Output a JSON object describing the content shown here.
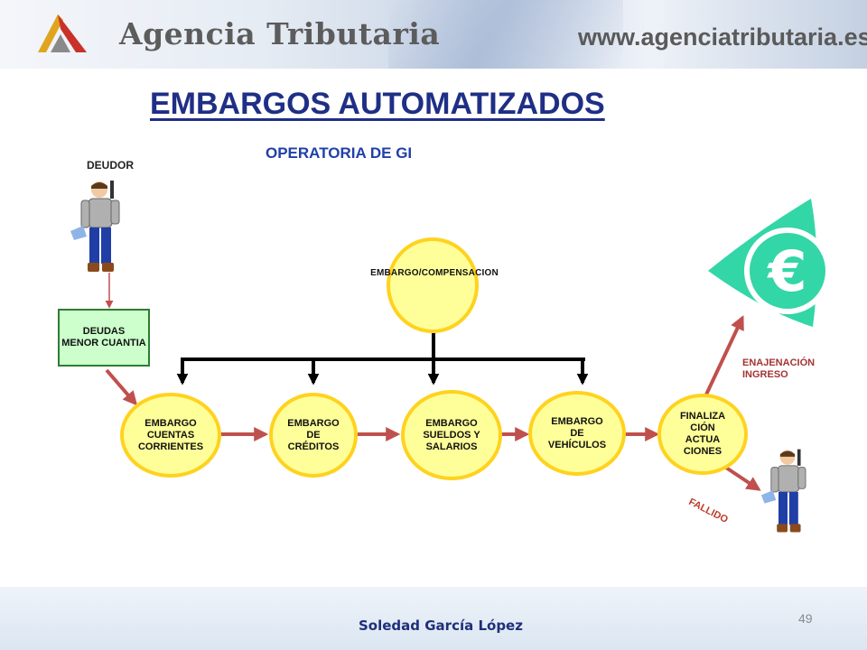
{
  "header": {
    "brand": "Agencia Tributaria",
    "url": "www.agenciatributaria.es"
  },
  "slide": {
    "title": "EMBARGOS AUTOMATIZADOS",
    "subtitle": "OPERATORIA DE GI",
    "deudor_label": "DEUDOR",
    "deudas_box": [
      "DEUDAS",
      "MENOR CUANTIA"
    ],
    "central_node": "EMBARGO/COMPENSACION",
    "nodes": [
      {
        "id": "cuentas",
        "lines": [
          "EMBARGO",
          "CUENTAS",
          "CORRIENTES"
        ]
      },
      {
        "id": "creditos",
        "lines": [
          "EMBARGO",
          "DE",
          "CRÉDITOS"
        ]
      },
      {
        "id": "sueldos",
        "lines": [
          "EMBARGO",
          "SUELDOS Y",
          "SALARIOS"
        ]
      },
      {
        "id": "vehiculos",
        "lines": [
          "EMBARGO",
          "DE",
          "VEHÍCULOS"
        ]
      },
      {
        "id": "finaliza",
        "lines": [
          "FINALIZA",
          "CIÓN",
          "ACTUA",
          "CIONES"
        ]
      }
    ],
    "enajenacion_label": [
      "ENAJENACIÓN",
      "INGRESO"
    ],
    "fallido_label": "FALLIDO",
    "euro_symbol": "€"
  },
  "icons": {
    "logo": "agencia-tributaria-logo-icon",
    "debtor": "debtor-person-icon",
    "euro": "euro-icon"
  },
  "colors": {
    "title": "#1f2f86",
    "node_fill": "#ffff99",
    "node_border": "#ffd21f",
    "box_fill": "#ccffcc",
    "arrow": "#c0504d",
    "euro_green": "#33d6a6"
  },
  "footer": {
    "author": "Soledad García López",
    "page_number": "49"
  }
}
